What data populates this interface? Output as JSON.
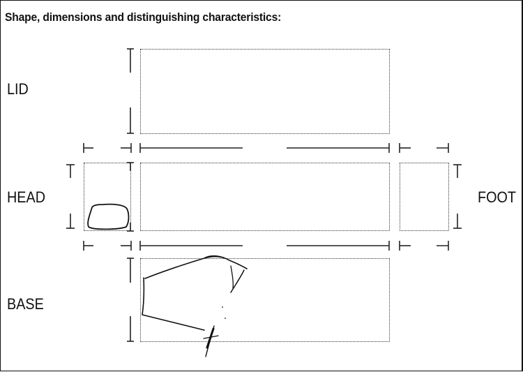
{
  "heading": "Shape, dimensions and distinguishing characteristics:",
  "labels": {
    "lid": "LID",
    "head": "HEAD",
    "foot": "FOOT",
    "base": "BASE"
  }
}
